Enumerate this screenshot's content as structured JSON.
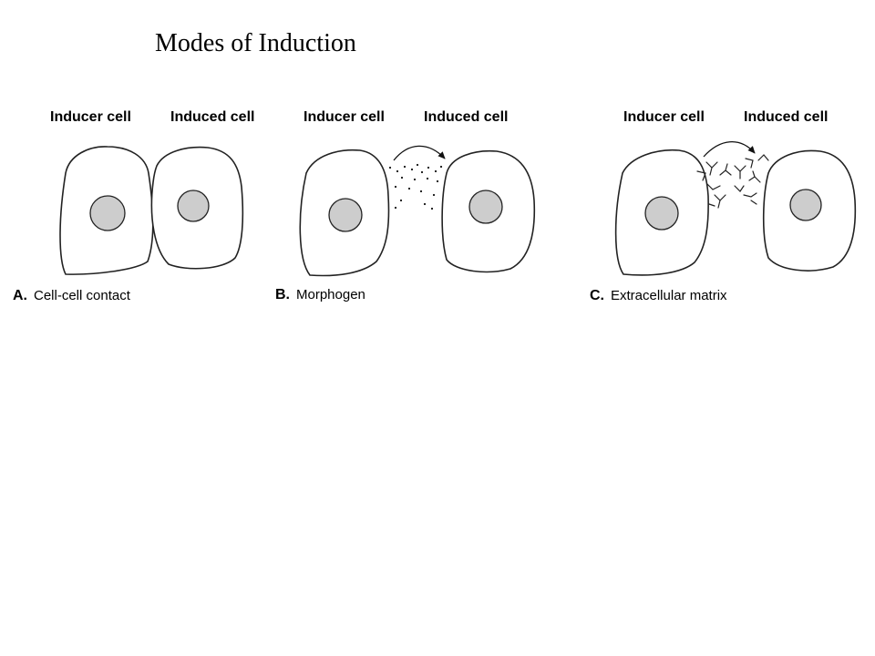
{
  "slide": {
    "title": "Modes of Induction"
  },
  "panels": [
    {
      "letter": "A.",
      "caption": "Cell-cell contact",
      "left_label": "Inducer cell",
      "right_label": "Induced cell"
    },
    {
      "letter": "B.",
      "caption": "Morphogen",
      "left_label": "Inducer cell",
      "right_label": "Induced cell"
    },
    {
      "letter": "C.",
      "caption": "Extracellular matrix",
      "left_label": "Inducer cell",
      "right_label": "Induced cell"
    }
  ],
  "colors": {
    "nucleus_fill": "#cdcdcd",
    "outline": "#222222"
  }
}
